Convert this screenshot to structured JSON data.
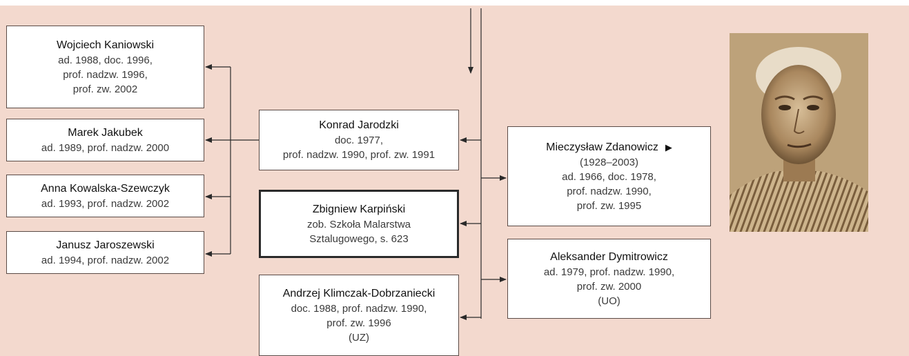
{
  "nodes": {
    "kaniowski": {
      "name": "Wojciech Kaniowski",
      "lines": [
        "ad. 1988, doc. 1996,",
        "prof. nadzw. 1996,",
        "prof. zw. 2002"
      ]
    },
    "jakubek": {
      "name": "Marek Jakubek",
      "lines": [
        "ad. 1989, prof. nadzw. 2000"
      ]
    },
    "kowalska": {
      "name": "Anna Kowalska-Szewczyk",
      "lines": [
        "ad. 1993, prof. nadzw. 2002"
      ]
    },
    "jaroszewski": {
      "name": "Janusz Jaroszewski",
      "lines": [
        "ad. 1994, prof. nadzw. 2002"
      ]
    },
    "jarodzki": {
      "name": "Konrad Jarodzki",
      "lines": [
        "doc. 1977,",
        "prof. nadzw. 1990, prof. zw. 1991"
      ]
    },
    "karpinski": {
      "name": "Zbigniew Karpiński",
      "lines": [
        "zob. Szkoła Malarstwa",
        "Sztalugowego, s. 623"
      ]
    },
    "klimczak": {
      "name": "Andrzej Klimczak-Dobrzaniecki",
      "lines": [
        "doc. 1988, prof. nadzw. 1990,",
        "prof. zw. 1996",
        "(UZ)"
      ]
    },
    "zdanowicz": {
      "name": "Mieczysław Zdanowicz",
      "ref_icon": "triangle-right-icon",
      "lines": [
        "(1928–2003)",
        "ad. 1966, doc. 1978,",
        "prof. nadzw. 1990,",
        "prof. zw. 1995"
      ]
    },
    "dymitrowicz": {
      "name": "Aleksander Dymitrowicz",
      "lines": [
        "ad. 1979, prof. nadzw. 1990,",
        "prof. zw. 2000",
        "(UO)"
      ]
    }
  },
  "photo": {
    "subject": "portrait-photo"
  },
  "colors": {
    "background": "#f3d9ce",
    "box": "#ffffff",
    "line": "#2a2a2a"
  }
}
